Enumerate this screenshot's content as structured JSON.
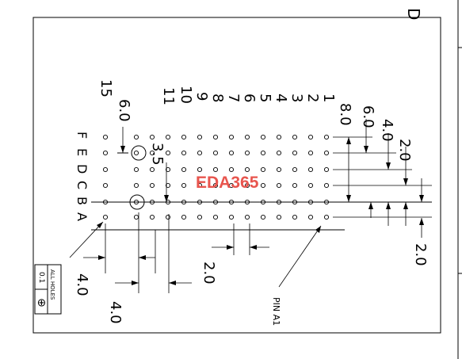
{
  "sheet": {
    "corner_letter": "D"
  },
  "watermark": {
    "text": "EDA365",
    "color": "#e8554e"
  },
  "tolerance_box": {
    "value": "0.1",
    "note": "ALL HOLES",
    "symbol": "⊕"
  },
  "grid": {
    "columns": [
      "1",
      "2",
      "3",
      "4",
      "5",
      "6",
      "7",
      "8",
      "9",
      "10",
      "11",
      "15"
    ],
    "rows": [
      "A",
      "B",
      "C",
      "D",
      "E",
      "F"
    ]
  },
  "dimensions": {
    "pitch_bottom": "2.0",
    "offset_left_a": "4.0",
    "offset_left_b": "4.0",
    "right_8_0": "8.0",
    "right_6_0": "6.0",
    "right_4_0": "4.0",
    "right_2_0": "2.0",
    "right_bottom_2_0": "2.0",
    "top_6_0": "6.0",
    "center_3_5": "3.5"
  },
  "callout": {
    "pin_label": "PIN A1"
  }
}
